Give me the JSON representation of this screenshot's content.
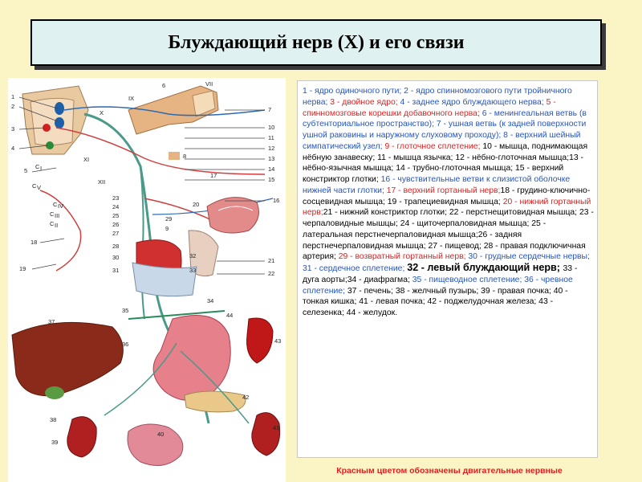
{
  "title": "Блуждающий нерв (Х) и его связи",
  "figure": {
    "left_labels": [
      "1",
      "2",
      "3",
      "4",
      "5",
      "18",
      "19"
    ],
    "right_labels": [
      "7",
      "10",
      "11",
      "12",
      "13",
      "14",
      "15",
      "16",
      "17",
      "20",
      "21",
      "22",
      "32",
      "33",
      "34",
      "35",
      "36",
      "41",
      "42",
      "43",
      "44"
    ],
    "inner_labels": [
      "23",
      "24",
      "25",
      "26",
      "27",
      "28",
      "29",
      "30",
      "31",
      "37",
      "38",
      "39",
      "40"
    ],
    "nerve_labels": [
      "VII",
      "IX",
      "X",
      "XI",
      "XII",
      "6",
      "8",
      "9"
    ],
    "cervical_labels": [
      "C",
      "I",
      "C",
      "V",
      "C",
      "IV",
      "C",
      "III",
      "C",
      "II"
    ]
  },
  "legend": [
    {
      "t": "1 - ядро одиночного пути; ",
      "c": "b"
    },
    {
      "t": "2 - ядро спинномозгового пути тройничного нерва; ",
      "c": "b"
    },
    {
      "t": "3 - двойное ядро; ",
      "c": "r"
    },
    {
      "t": "4 - заднее ядро блуждающего нерва; ",
      "c": "b"
    },
    {
      "t": "5 - спинномозговые корешки добавочного нерва; ",
      "c": "r"
    },
    {
      "t": "6 - менингеальная ветвь (в субтенториальное пространство); 7 - ушная ветвь (к задней поверхности ушной раковины и наружному слуховому проходу); 8 - верхний шейный симпатический узел; ",
      "c": "b"
    },
    {
      "t": "9 - глоточное сплетение; ",
      "c": "r"
    },
    {
      "t": "10 - мышца, поднимающая нёбную занавеску; 11 - мышца язычка; 12 - нёбно-глоточная мышца;",
      "c": "k"
    },
    {
      "t": "13 - нёбно-язычная мышца; 14 - трубно-глоточная мышца; 15 - верхний констриктор глотки; ",
      "c": "k"
    },
    {
      "t": "16 - чувствительные ветви к слизистой оболочке нижней части глотки; ",
      "c": "b"
    },
    {
      "t": "17 - верхний гортанный нерв;",
      "c": "r"
    },
    {
      "t": "18 - грудино-ключично-сосцевидная мышца; 19 - трапециевидная мышца; ",
      "c": "k"
    },
    {
      "t": "20 - нижний гортанный нерв;",
      "c": "r"
    },
    {
      "t": "21 - нижний констриктор глотки; 22 - перстнещитовидная мышца; 23 - черпаловидные мышцы; 24 - щиточерпаловидная мышца; 25 - латеральная перстнечерпаловидная мышца;",
      "c": "k"
    },
    {
      "t": "26 - задняя перстнечерпаловидная мышца; 27 - пищевод; 28 - правая подключичная артерия; ",
      "c": "k"
    },
    {
      "t": "29 - возвратный гортанный нерв; ",
      "c": "r"
    },
    {
      "t": "30 - грудные сердечные нервы; 31 - сердечное сплетение; ",
      "c": "b"
    },
    {
      "t": "32 - левый блуждающий нерв; ",
      "c": "big"
    },
    {
      "t": "33 - дуга аорты;",
      "c": "k"
    },
    {
      "t": "34 - диафрагма; ",
      "c": "k"
    },
    {
      "t": "35 - пищеводное сплетение; 36 - чревное сплетение; ",
      "c": "b"
    },
    {
      "t": "37 - печень; 38 - желчный пузырь; 39 - правая почка; 40 - тонкая кишка; 41 - левая почка; 42 - поджелудочная железа; 43 - селезенка; 44 - желудок.",
      "c": "k"
    }
  ],
  "footer": "Красным цветом обозначены двигательные нервные"
}
